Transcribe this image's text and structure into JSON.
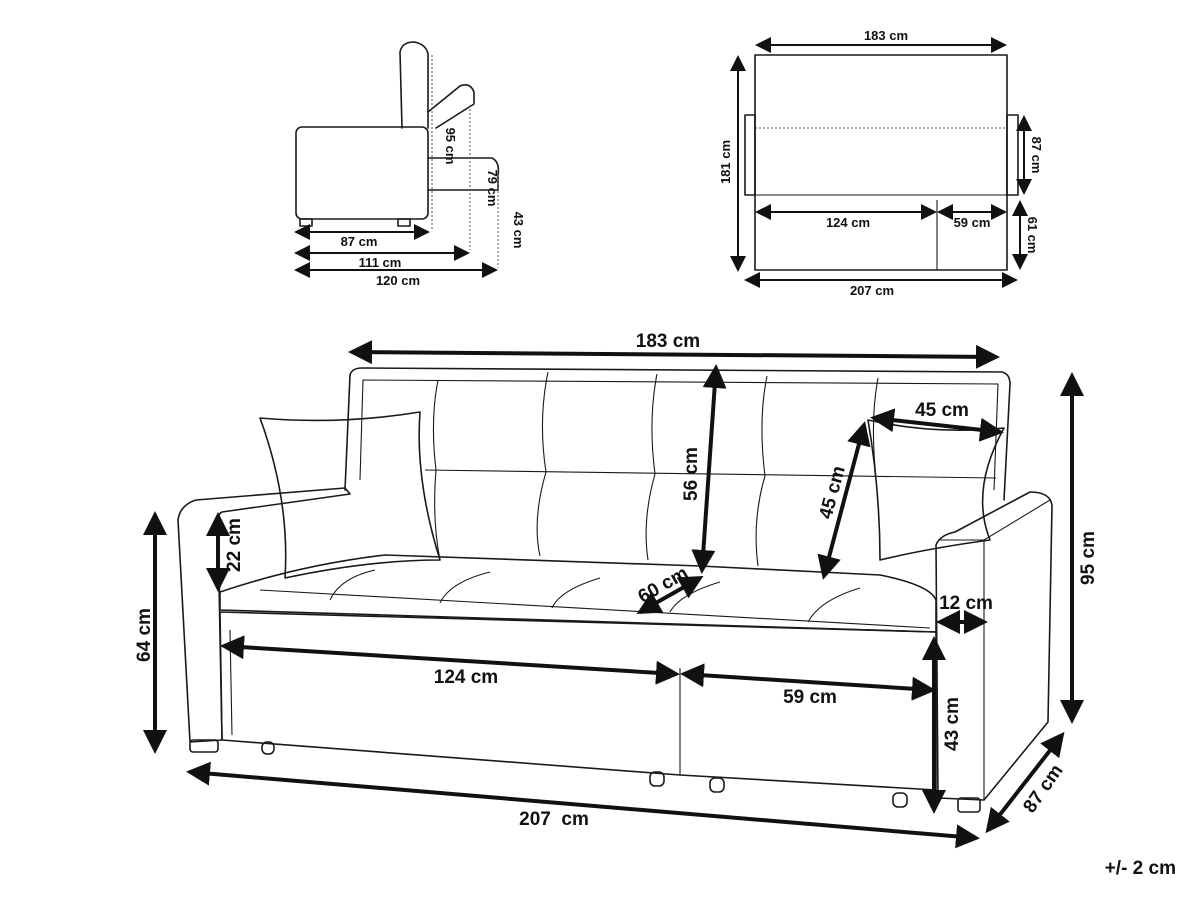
{
  "side_view": {
    "height_back": "95 cm",
    "height_recline": "79 cm",
    "height_seat": "43 cm",
    "depth": "87 cm",
    "depth_recline": "111 cm",
    "depth_bed": "120 cm"
  },
  "top_view": {
    "width": "183 cm",
    "length_bed": "181 cm",
    "depth_seat": "87 cm",
    "bed_main": "124 cm",
    "bed_ext": "59 cm",
    "ext_depth": "61 cm",
    "total_width": "207 cm"
  },
  "main_view": {
    "inner_width": "183 cm",
    "pillow_width": "45 cm",
    "pillow_height": "45 cm",
    "back_height": "56 cm",
    "arm_height_above_seat": "22 cm",
    "arm_height": "64 cm",
    "seat_depth": "60 cm",
    "arm_width": "12 cm",
    "seat_main_width": "124 cm",
    "seat_ext_width": "59 cm",
    "seat_height": "43 cm",
    "total_height": "95 cm",
    "total_depth": "87 cm",
    "total_width": "207  cm"
  },
  "tolerance": "+/- 2 cm"
}
